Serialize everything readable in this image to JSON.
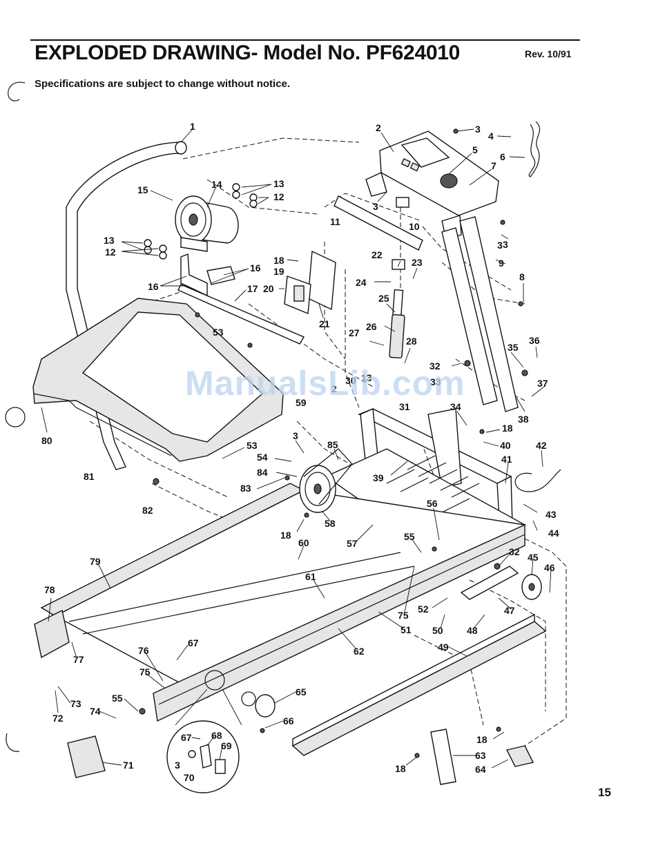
{
  "header": {
    "title": "EXPLODED DRAWING- Model No. PF624010",
    "revision": "Rev. 10/91",
    "subtitle": "Specifications are subject to change without notice."
  },
  "watermark": "ManualsLib.com",
  "page_number": "15",
  "callouts": [
    "1",
    "2",
    "3",
    "4",
    "5",
    "6",
    "7",
    "3",
    "13",
    "12",
    "14",
    "15",
    "3",
    "10",
    "11",
    "13",
    "12",
    "16",
    "16",
    "17",
    "18",
    "19",
    "20",
    "21",
    "22",
    "23",
    "24",
    "25",
    "26",
    "27",
    "28",
    "9",
    "3",
    "8",
    "53",
    "30",
    "13",
    "2",
    "59",
    "31",
    "32",
    "33",
    "35",
    "36",
    "37",
    "34",
    "38",
    "18",
    "40",
    "41",
    "42",
    "80",
    "81",
    "82",
    "53",
    "3",
    "54",
    "85",
    "84",
    "83",
    "39",
    "56",
    "43",
    "44",
    "18",
    "58",
    "60",
    "57",
    "55",
    "32",
    "45",
    "46",
    "79",
    "61",
    "75",
    "52",
    "47",
    "78",
    "51",
    "50",
    "48",
    "62",
    "49",
    "67",
    "76",
    "77",
    "75",
    "73",
    "72",
    "55",
    "74",
    "65",
    "66",
    "67",
    "68",
    "69",
    "3",
    "70",
    "71",
    "18",
    "18",
    "63",
    "64"
  ]
}
